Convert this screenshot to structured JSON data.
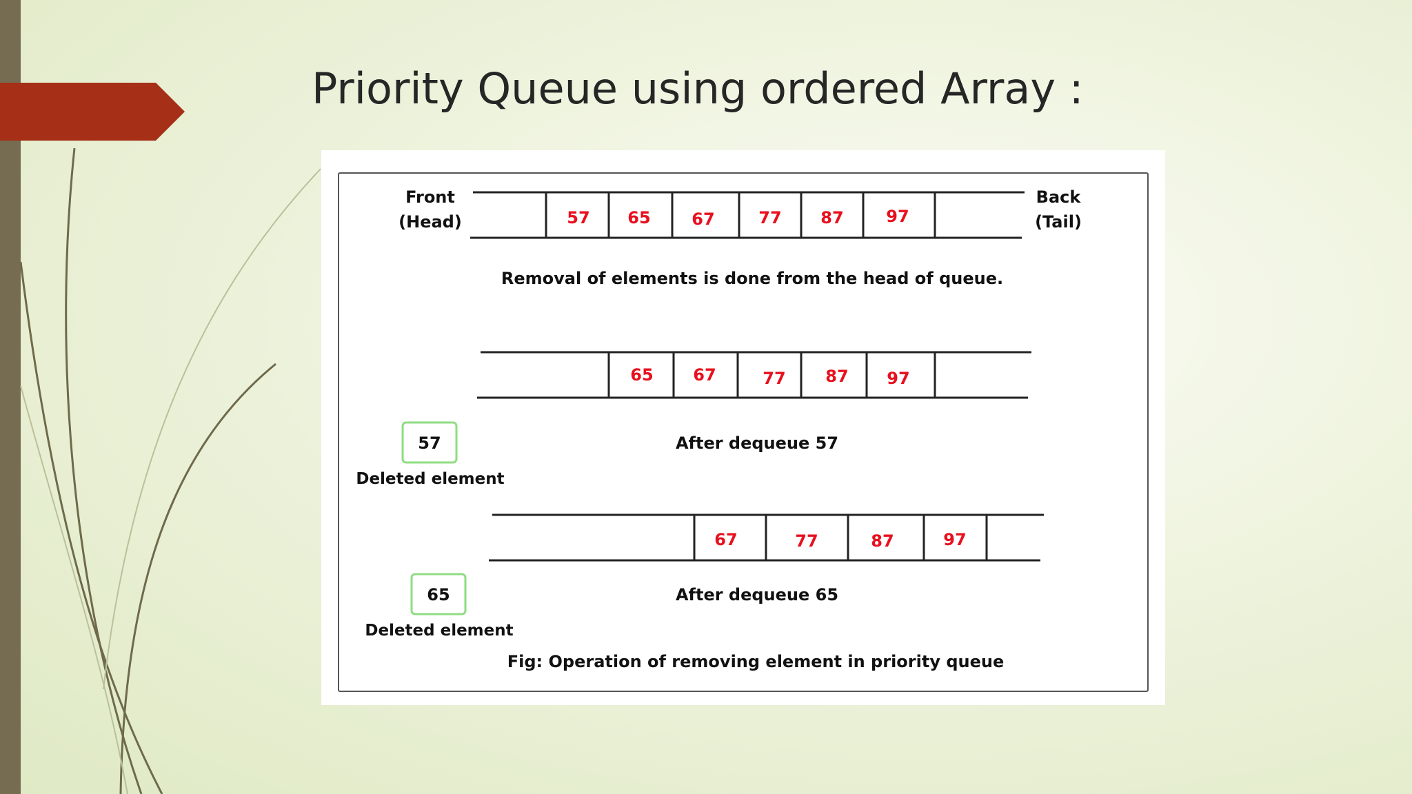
{
  "title": "Priority Queue using ordered Array :",
  "figure": {
    "front_label": "Front",
    "head_label": "(Head)",
    "back_label": "Back",
    "tail_label": "(Tail)",
    "removal_note": "Removal of elements is done from the head of queue.",
    "queues": [
      {
        "values": [
          "57",
          "65",
          "67",
          "77",
          "87",
          "97"
        ]
      },
      {
        "values": [
          "65",
          "67",
          "77",
          "87",
          "97"
        ]
      },
      {
        "values": [
          "67",
          "77",
          "87",
          "97"
        ]
      }
    ],
    "dequeue_steps": [
      {
        "deleted_value": "57",
        "deleted_label": "Deleted element",
        "caption": "After dequeue 57"
      },
      {
        "deleted_value": "65",
        "deleted_label": "Deleted element",
        "caption": "After dequeue 65"
      }
    ],
    "caption": "Fig: Operation of removing element in priority queue"
  },
  "colors": {
    "value_red": "#e8101e",
    "deleted_box_border": "#8fdc82",
    "arrow_tab": "#a52f17",
    "left_bar": "#766c52"
  }
}
